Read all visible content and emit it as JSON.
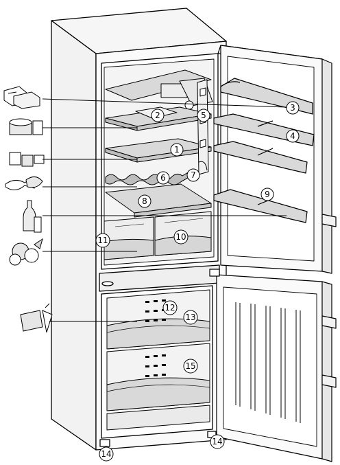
{
  "diagram": {
    "callouts": [
      {
        "id": "1",
        "label": "1"
      },
      {
        "id": "2",
        "label": "2"
      },
      {
        "id": "3",
        "label": "3"
      },
      {
        "id": "4",
        "label": "4"
      },
      {
        "id": "5",
        "label": "5"
      },
      {
        "id": "6",
        "label": "6"
      },
      {
        "id": "7",
        "label": "7"
      },
      {
        "id": "8",
        "label": "8"
      },
      {
        "id": "9",
        "label": "9"
      },
      {
        "id": "10",
        "label": "10"
      },
      {
        "id": "11",
        "label": "11"
      },
      {
        "id": "12",
        "label": "12"
      },
      {
        "id": "13",
        "label": "13"
      },
      {
        "id": "14a",
        "label": "14"
      },
      {
        "id": "14b",
        "label": "14"
      },
      {
        "id": "15",
        "label": "15"
      }
    ],
    "food_icons": [
      {
        "id": "cheese",
        "icon": "cheese-icon"
      },
      {
        "id": "cans",
        "icon": "canned-food-icon"
      },
      {
        "id": "dairy",
        "icon": "dairy-icon"
      },
      {
        "id": "meat",
        "icon": "meat-fish-icon"
      },
      {
        "id": "bottles",
        "icon": "bottles-icon"
      },
      {
        "id": "vegetables",
        "icon": "vegetables-icon"
      },
      {
        "id": "frozen",
        "icon": "frozen-food-icon"
      }
    ],
    "colors": {
      "line": "#000000",
      "shelf_fill": "#d9d9d9",
      "shelf_dark": "#bdbdbd",
      "background": "#ffffff"
    }
  }
}
